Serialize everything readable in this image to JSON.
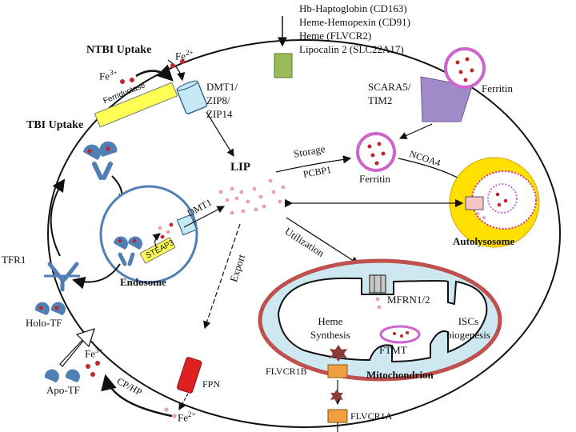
{
  "receptors_list": [
    "Hb-Haptoglobin (CD163)",
    "Heme-Hemopexin (CD91)",
    "Heme (FLVCR2)",
    "Lipocalin 2 (SLC22A17)"
  ],
  "ntbi": {
    "title": "NTBI Uptake",
    "fe3": "Fe",
    "fe3_sup": "3+",
    "fe2": "Fe",
    "fe2_sup": "2+",
    "ferriductase": "Ferriductase",
    "transporter": "DMT1/\nZIP8/\nZIP14"
  },
  "tbi": {
    "title": "TBI Uptake",
    "tfr1": "TFR1",
    "holo_tf": "Holo-TF",
    "apo_tf": "Apo-TF",
    "endosome": "Endosome",
    "steap3": "STEAP3",
    "dmt1": "DMT1"
  },
  "scara": {
    "label": "SCARA5/\nTIM2",
    "ferritin": "Ferritin"
  },
  "lip": {
    "label": "LIP",
    "storage": "Storage",
    "pcbp1": "PCBP1",
    "ferritin": "Ferritin",
    "ncoa4": "NCOA4",
    "autolysosome": "Autolysosome",
    "utilization": "Utilization",
    "export": "Export"
  },
  "mito": {
    "label": "Mitochondrion",
    "mfrn": "MFRN1/2",
    "heme_synthesis": "Heme\nSynthesis",
    "iscs": "ISCs\nbiogenesis",
    "ftmt": "FTMT",
    "flvcr1b": "FLVCR1B",
    "flvcr1a": "FLVCR1A"
  },
  "export": {
    "fpn": "FPN",
    "fe3": "Fe",
    "fe3_sup": "3+",
    "cp_hp": "CP/HP",
    "fe2": "Fe",
    "fe2_sup": "2+"
  },
  "colors": {
    "cell_outline": "#111111",
    "iron_dot": "#c0272d",
    "lip_dot": "#e8a3a3",
    "receptor_blue": "#4f7fb4",
    "ferritin_ring": "#cc66cc",
    "autolysosome_outer": "#ffe000",
    "mito_outer": "#c0504d",
    "mito_inner": "#cde8f0",
    "fpn_red": "#e02020",
    "flvcr_orange": "#f0a040",
    "dmt1_cyan": "#c6e9f5",
    "ferriductase_yellow": "#ffff55",
    "receptor_green": "#9bbb59",
    "scara_purple": "#a08ac8"
  }
}
